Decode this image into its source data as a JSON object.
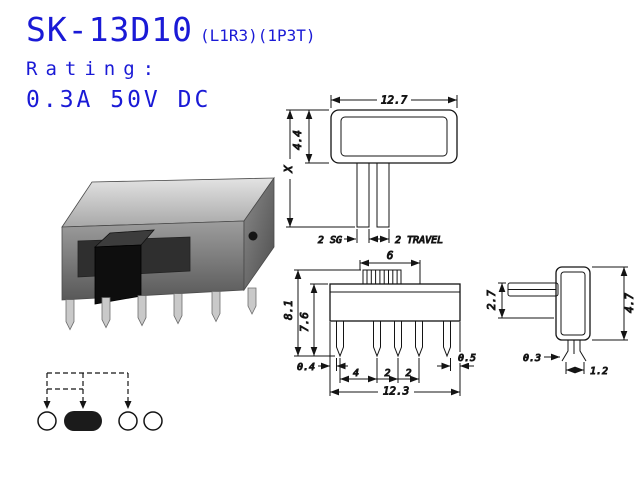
{
  "title": {
    "model": "SK-13D10",
    "variant": "(L1R3)(1P3T)",
    "rating_label": "Rating:",
    "rating_value": "0.3A 50V DC"
  },
  "colors": {
    "accent_blue": "#1a1ad6",
    "line": "#141414"
  },
  "top_view": {
    "width": "12.7",
    "body_height": "4.4",
    "total_height": "X",
    "stem_label": "2 SG",
    "travel_label": "2 TRAVEL"
  },
  "front_view": {
    "knob_width": "6",
    "height_total": "8.1",
    "height_body": "7.6",
    "left_margin": "0.4",
    "pitch_a": "4",
    "pitch_b": "2",
    "pitch_c": "2",
    "right_margin": "0.5",
    "width_total": "12.3"
  },
  "side_view": {
    "depth": "4.7",
    "actuator_height": "2.7",
    "pin_thickness": "0.3",
    "pin_spread": "1.2"
  }
}
